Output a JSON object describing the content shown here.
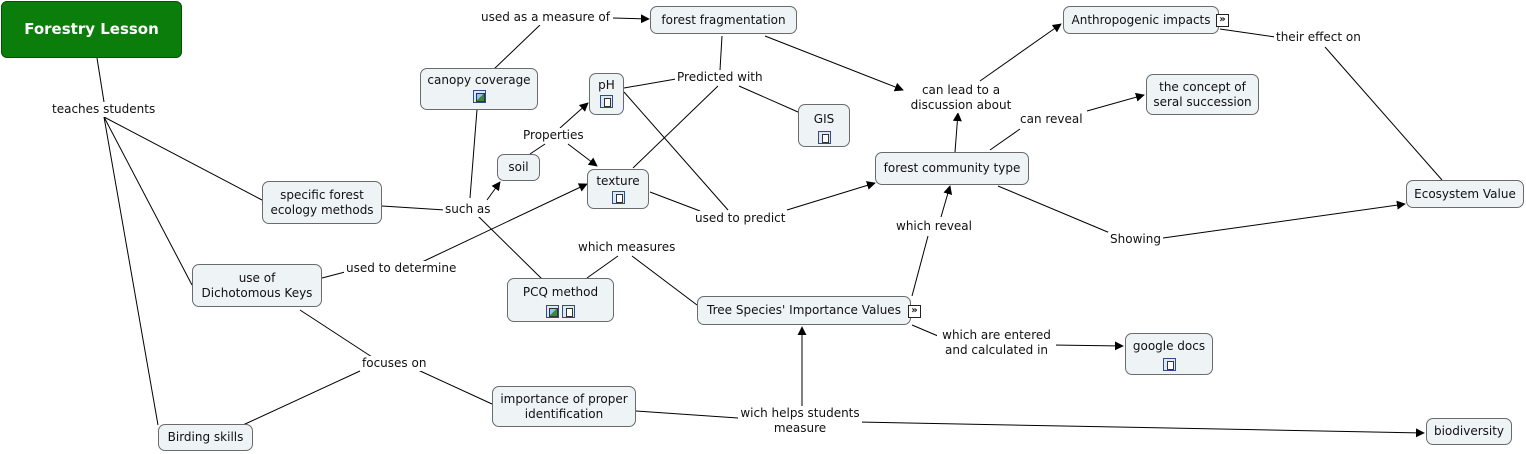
{
  "concepts": {
    "forestry_lesson": "Forestry Lesson",
    "canopy_coverage": "canopy coverage",
    "forest_fragmentation": "forest fragmentation",
    "ph": "pH",
    "gis": "GIS",
    "soil": "soil",
    "texture": "texture",
    "specific_methods": "specific forest ecology methods",
    "dichotomous_keys": "use of Dichotomous Keys",
    "birding_skills": "Birding skills",
    "pcq_method": "PCQ method",
    "importance_id": "importance of proper identification",
    "tree_species": "Tree Species' Importance Values",
    "forest_community": "forest community type",
    "anthropogenic": "Anthropogenic impacts",
    "seral_succession": "the concept of seral succession",
    "ecosystem_value": "Ecosystem Value",
    "google_docs": "google docs",
    "biodiversity": "biodiversity"
  },
  "links": {
    "teaches_students": "teaches students",
    "used_as_measure": "used as a measure of",
    "predicted_with": "Predicted with",
    "properties": "Properties",
    "such_as": "such as",
    "used_to_determine": "used to determine",
    "used_to_predict": "used to predict",
    "which_measures": "which measures",
    "focuses_on": "focuses on",
    "wich_helps": "wich helps students measure",
    "can_lead": "can lead to a discussion about",
    "can_reveal": "can reveal",
    "their_effect": "their effect on",
    "which_reveal": "which reveal",
    "showing": "Showing",
    "entered_calculated": "which are entered and calculated in"
  },
  "icon_names": [
    "image-icon",
    "document-icon",
    "expand-icon"
  ],
  "colors": {
    "root_fill": "#0a7d0a",
    "node_fill": "#eef3f6",
    "line": "#000000"
  }
}
